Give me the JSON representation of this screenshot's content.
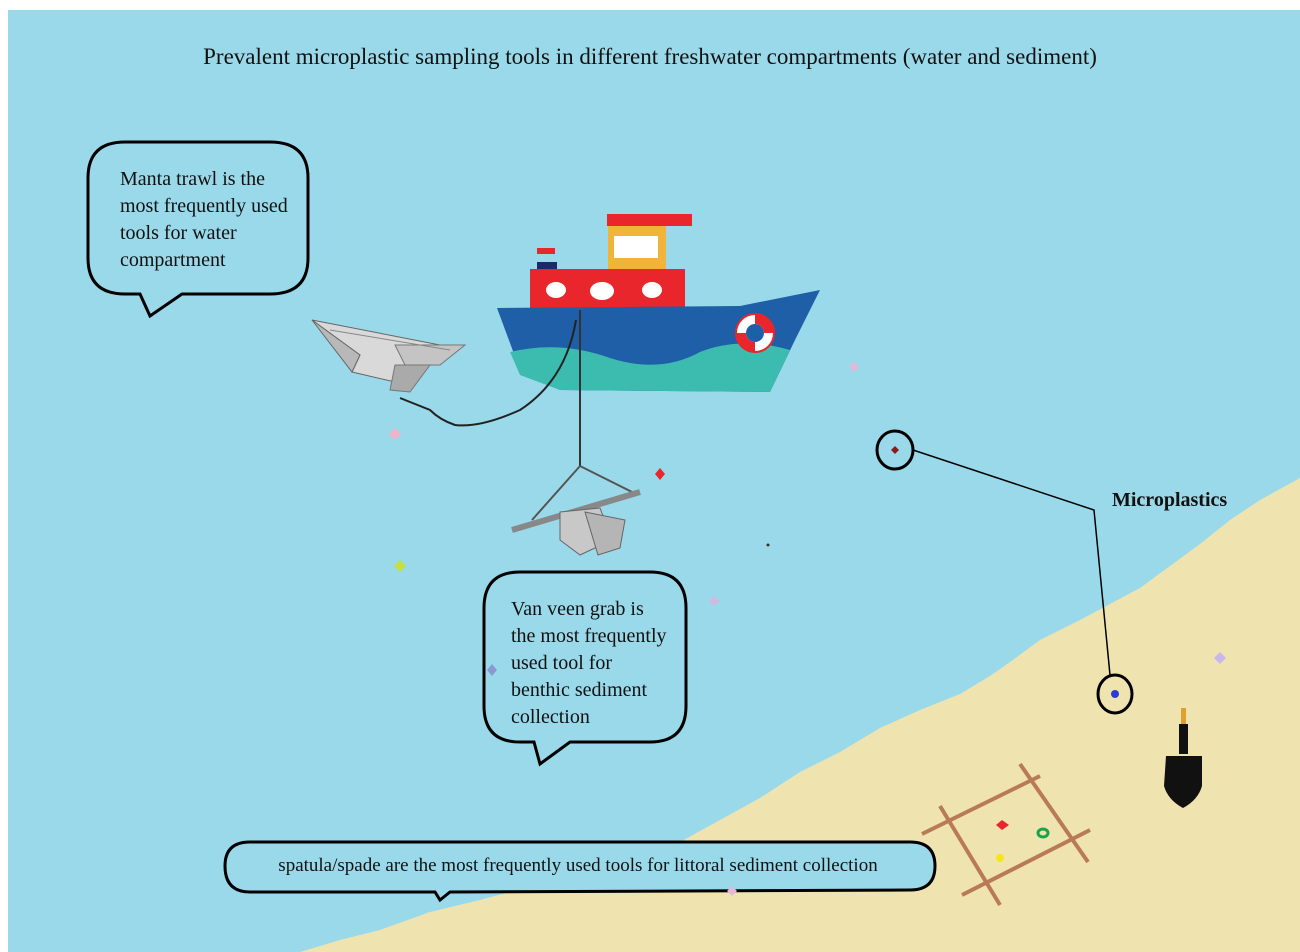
{
  "title": "Prevalent microplastic sampling tools in different freshwater compartments (water and sediment)",
  "callouts": {
    "manta": "Manta trawl is the\nmost frequently used\ntools for water\ncompartment",
    "vanveen": "Van veen grab is\nthe most frequently\nused tool for\nbenthic sediment\ncollection",
    "spatula": "spatula/spade are the most frequently used tools for littoral  sediment collection"
  },
  "labels": {
    "microplastics": "Microplastics"
  },
  "colors": {
    "water": "#9ad9ea",
    "sand": "#efe4b0",
    "boat_hull": "#1f5fa8",
    "boat_cabin": "#e8262b",
    "boat_wave": "#3cbcae",
    "wheelhouse": "#f0b43a",
    "quadrat": "#b97a57",
    "spade": "#111111"
  },
  "icons": [
    "boat-icon",
    "manta-trawl-icon",
    "van-veen-grab-icon",
    "spade-icon",
    "quadrat-icon",
    "life-ring-icon"
  ]
}
